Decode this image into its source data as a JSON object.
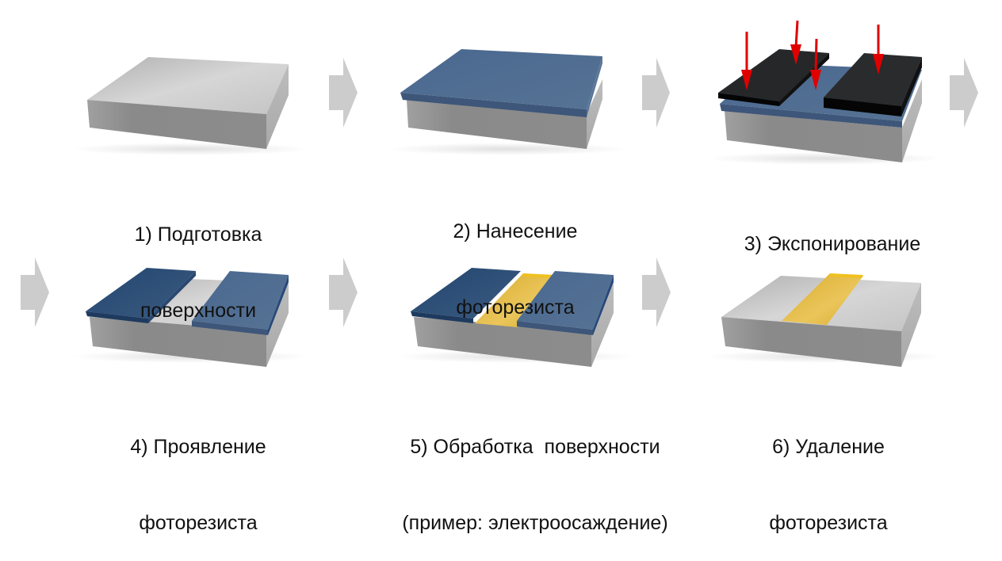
{
  "diagram": {
    "title": "Photolithography process steps",
    "colors": {
      "substrate_side": "#8c8c8c",
      "substrate_top": "#c8c8c8",
      "photoresist": "#4d6a8f",
      "photoresist_dark": "#2d4a70",
      "mask": "#222222",
      "gold": "#e8b930",
      "light_ray": "#e00000",
      "flow_arrow": "#cccccc"
    },
    "steps": [
      {
        "number": "1)",
        "line1": "1) Подготовка",
        "line2": "поверхности"
      },
      {
        "number": "2)",
        "line1": "2) Нанесение",
        "line2": "фоторезиста"
      },
      {
        "number": "3)",
        "line1": "3) Экспонирование",
        "line2": ""
      },
      {
        "number": "4)",
        "line1": "4) Проявление",
        "line2": "фоторезиста"
      },
      {
        "number": "5)",
        "line1": "5) Обработка  поверхности",
        "line2": "(пример: электроосаждение)"
      },
      {
        "number": "6)",
        "line1": "6) Удаление",
        "line2": "фоторезиста"
      }
    ],
    "flow_arrows": [
      "arrow-right",
      "arrow-right",
      "arrow-right",
      "arrow-right",
      "arrow-right",
      "arrow-right"
    ]
  }
}
